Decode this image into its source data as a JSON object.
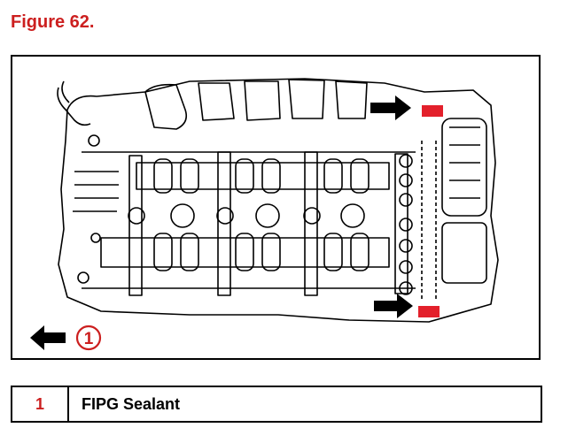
{
  "figure": {
    "title": "Figure 62."
  },
  "diagram": {
    "callout_number": "1",
    "colors": {
      "accent": "#cc1f1f",
      "sealant": "#e3202b",
      "line": "#000000"
    }
  },
  "legend": {
    "rows": [
      {
        "number": "1",
        "label": "FIPG Sealant"
      }
    ]
  }
}
